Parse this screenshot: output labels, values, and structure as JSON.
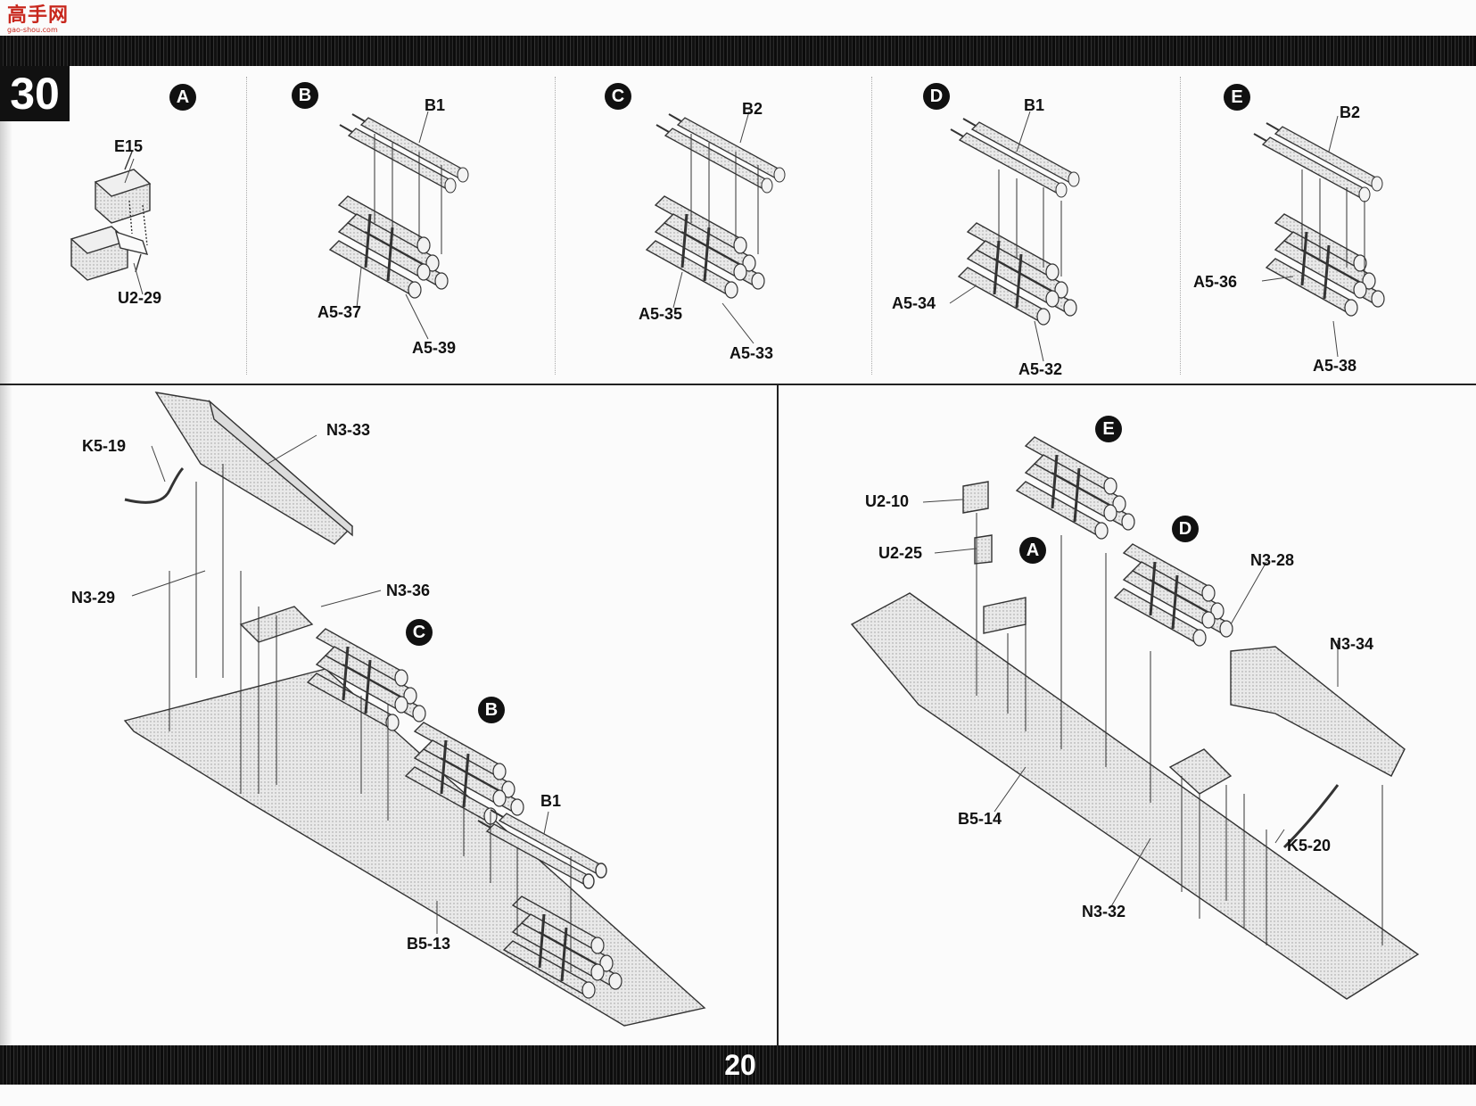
{
  "logo": {
    "mark": "高手网",
    "sub": "gao-shou.com"
  },
  "step_number": "30",
  "page_number": "20",
  "subassemblies": [
    {
      "badge": "A",
      "labels": {
        "top": "E15",
        "bottom": "U2-29"
      }
    },
    {
      "badge": "B",
      "labels": {
        "top": "B1",
        "left": "A5-37",
        "right": "A5-39"
      }
    },
    {
      "badge": "C",
      "labels": {
        "top": "B2",
        "left": "A5-35",
        "right": "A5-33"
      }
    },
    {
      "badge": "D",
      "labels": {
        "top": "B1",
        "left": "A5-34",
        "right": "A5-32"
      }
    },
    {
      "badge": "E",
      "labels": {
        "top": "B2",
        "left": "A5-36",
        "right": "A5-38"
      }
    }
  ],
  "left_assembly": {
    "labels": [
      "K5-19",
      "N3-33",
      "N3-29",
      "N3-36",
      "B1",
      "B5-13"
    ],
    "badges": [
      "C",
      "B"
    ]
  },
  "right_assembly": {
    "labels": [
      "U2-10",
      "U2-25",
      "N3-28",
      "N3-34",
      "B5-14",
      "K5-20",
      "N3-32"
    ],
    "badges": [
      "E",
      "D",
      "A"
    ]
  }
}
